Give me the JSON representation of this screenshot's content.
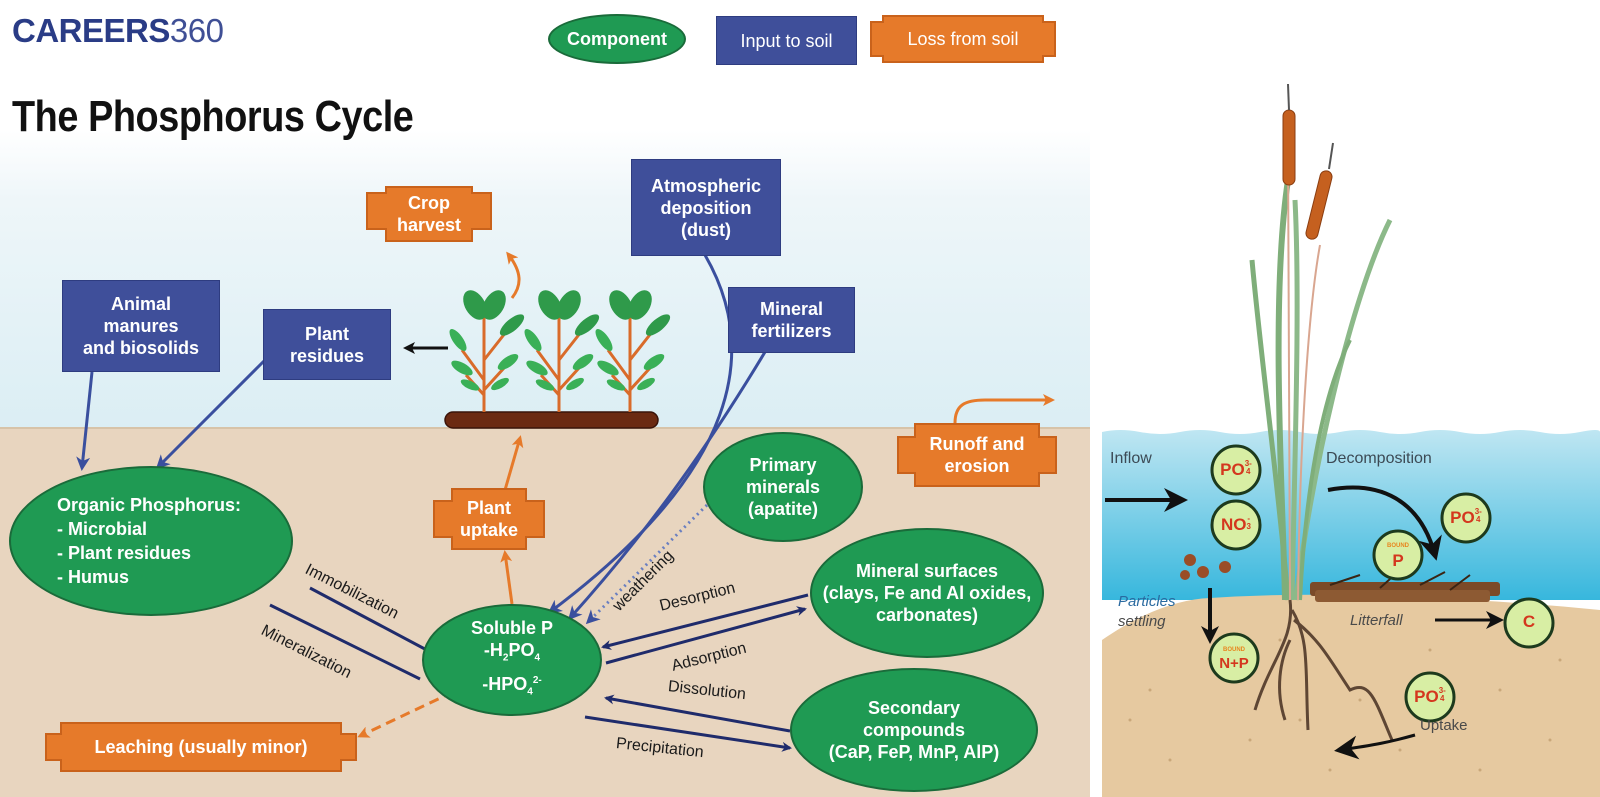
{
  "brand": {
    "logo_bold": "CAREERS",
    "logo_light": "360"
  },
  "title": "The Phosphorus Cycle",
  "legend": {
    "component": "Component",
    "input": "Input to soil",
    "loss": "Loss from soil"
  },
  "colors": {
    "component": "#1f9a53",
    "input": "#3f4f9a",
    "loss": "#e67a2a",
    "arrow_navy": "#1f2b6b",
    "soil": "#e8d5bf",
    "sky": "#dbeef4"
  },
  "inputs": {
    "animal": [
      "Animal",
      "manures",
      "and biosolids"
    ],
    "plant_residues": [
      "Plant",
      "residues"
    ],
    "atmospheric": [
      "Atmospheric",
      "deposition",
      "(dust)"
    ],
    "fertilizers": [
      "Mineral",
      "fertilizers"
    ]
  },
  "losses": {
    "crop_harvest": [
      "Crop",
      "harvest"
    ],
    "plant_uptake": [
      "Plant",
      "uptake"
    ],
    "runoff": [
      "Runoff and",
      "erosion"
    ],
    "leaching": "Leaching (usually minor)"
  },
  "components": {
    "organic": [
      "Organic Phosphorus:",
      "- Microbial",
      "- Plant residues",
      "- Humus"
    ],
    "soluble": {
      "line1": "Soluble P",
      "line2": "-H",
      "line2_sub": "2",
      "line2_rest": "PO",
      "line2_sup": "4",
      "line3": "-HPO",
      "line3_sub": "4",
      "line3_sup": "2-"
    },
    "primary": [
      "Primary",
      "minerals",
      "(apatite)"
    ],
    "surfaces": [
      "Mineral surfaces",
      "(clays, Fe and Al oxides,",
      "carbonates)"
    ],
    "secondary": [
      "Secondary",
      "compounds",
      "(CaP, FeP, MnP, AlP)"
    ]
  },
  "processes": {
    "immobilization": "Immobilization",
    "mineralization": "Mineralization",
    "weathering": "weathering",
    "desorption": "Desorption",
    "adsorption": "Adsorption",
    "dissolution": "Dissolution",
    "precipitation": "Precipitation"
  },
  "wetland": {
    "inflow": "Inflow",
    "decomposition": "Decomposition",
    "particles_settling": [
      "Particles",
      "settling"
    ],
    "litterfall": "Litterfall",
    "uptake": "Uptake",
    "ions": {
      "po4": "PO",
      "po4_sup": "3-",
      "po4_sub": "4",
      "no3": "NO",
      "no3_sup": "-",
      "no3_sub": "3",
      "bound_label": "BOUND",
      "bound_p": "P",
      "bound_np": "N+P",
      "carbon": "C"
    }
  }
}
